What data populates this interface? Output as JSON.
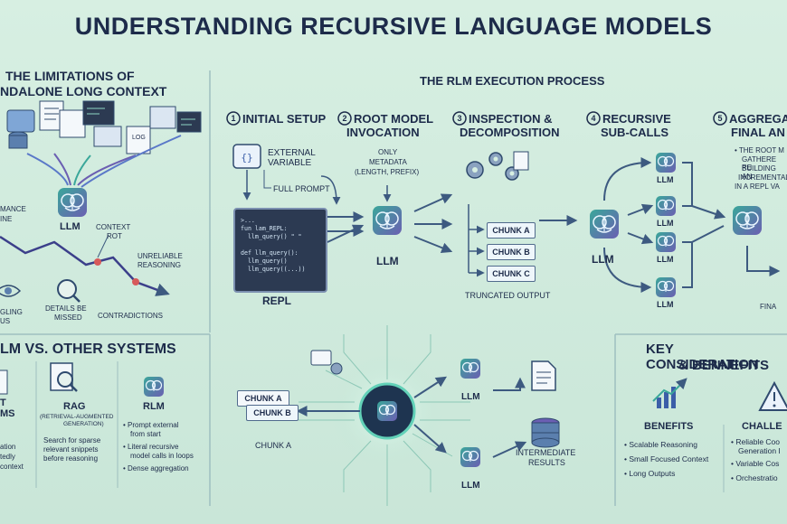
{
  "title": "UNDERSTANDING RECURSIVE LANGUAGE MODELS",
  "limitations": {
    "heading_line1": "THE LIMITATIONS OF",
    "heading_line2": "NDALONE LONG CONTEXT",
    "log_label": "LOG",
    "perf_label_line1": "MANCE",
    "perf_label_line2": "INE",
    "llm_label": "LLM",
    "context_rot_line1": "CONTEXT",
    "context_rot_line2": "ROT",
    "unreliable_line1": "UNRELIABLE",
    "unreliable_line2": "REASONING",
    "struggling_line1": "GLING",
    "struggling_line2": "US",
    "details_line1": "DETAILS BE",
    "details_line2": "MISSED",
    "contradictions": "CONTRADICTIONS"
  },
  "execution": {
    "heading": "THE RLM EXECUTION PROCESS",
    "steps": [
      {
        "num": "1",
        "line1": "INITIAL SETUP",
        "line2": ""
      },
      {
        "num": "2",
        "line1": "ROOT MODEL",
        "line2": "INVOCATION"
      },
      {
        "num": "3",
        "line1": "INSPECTION &",
        "line2": "DECOMPOSITION"
      },
      {
        "num": "4",
        "line1": "RECURSIVE",
        "line2": "SUB-CALLS"
      },
      {
        "num": "5",
        "line1": "AGGREGA",
        "line2": "FINAL AN"
      }
    ],
    "external_line1": "EXTERNAL",
    "external_line2": "VARIABLE",
    "full_prompt": "FULL PROMPT",
    "repl_code": ">...\nfun lam_REPL:\n  llm_query() \" \"\n\ndef llm_query():\n  llm_query()\n  llm_query((...))",
    "repl_label": "REPL",
    "metadata_line1": "ONLY",
    "metadata_line2": "METADATA",
    "metadata_line3": "(LENGTH, PREFIX)",
    "root_llm": "LLM",
    "chunks": [
      "CHUNK A",
      "CHUNK B",
      "CHUNK C"
    ],
    "truncated": "TRUNCATED OUTPUT",
    "sub_llm": "LLM",
    "sub_labels": [
      "LLM",
      "LLM",
      "LLM",
      "LLM"
    ],
    "agg_text_line1": "• THE ROOT M",
    "agg_text_line2": "GATHERE RE",
    "agg_text_line3": "BUILDING AN",
    "agg_text_line4": "INCREMENTAL",
    "agg_text_line5": "IN A REPL VA",
    "final_label": "FINA"
  },
  "comparison": {
    "heading": "LM vs. OTHER SYSTEMS",
    "col1_title": "T",
    "col1_title2": "MS",
    "col1_lines": [
      "ation",
      "tedly",
      "context"
    ],
    "rag_title": "RAG",
    "rag_subtitle_line1": "(RETRIEVAL-AUGMENTED",
    "rag_subtitle_line2": "GENERATION)",
    "rag_desc_line1": "Search for sparse",
    "rag_desc_line2": "relevant snippets",
    "rag_desc_line3": "before reasoning",
    "rlm_title": "RLM",
    "rlm_points": [
      "• Prompt external",
      "from start",
      "• Literal recursive",
      "model calls in loops",
      "• Dense aggregation"
    ]
  },
  "center": {
    "chunk_a": "CHUNK A",
    "chunk_b": "CHUNK B",
    "chunk_a_label": "CHUNK A",
    "llm_top": "LLM",
    "llm_bottom": "LLM",
    "intermediate_line1": "INTERMEDIATE",
    "intermediate_line2": "RESULTS"
  },
  "considerations": {
    "heading_line1": "KEY CONSIDERATION",
    "heading_line2": "& BENNEFITS",
    "benefits_title": "BENEFITS",
    "benefits": [
      "• Scalable Reasoning",
      "• Small Focused Context",
      "• Long Outputs"
    ],
    "challenges_title": "CHALLE",
    "challenges": [
      "• Reliable Coo",
      "Generation I",
      "• Variable Cos",
      "• Orchestratio"
    ]
  },
  "colors": {
    "background": "#cfe9dc",
    "ink": "#1d2b4a",
    "brain_purple": "#6b5fb2",
    "brain_teal": "#3aa79a",
    "repl_dark": "#2c3a52",
    "accent_red": "#d75a5a"
  }
}
